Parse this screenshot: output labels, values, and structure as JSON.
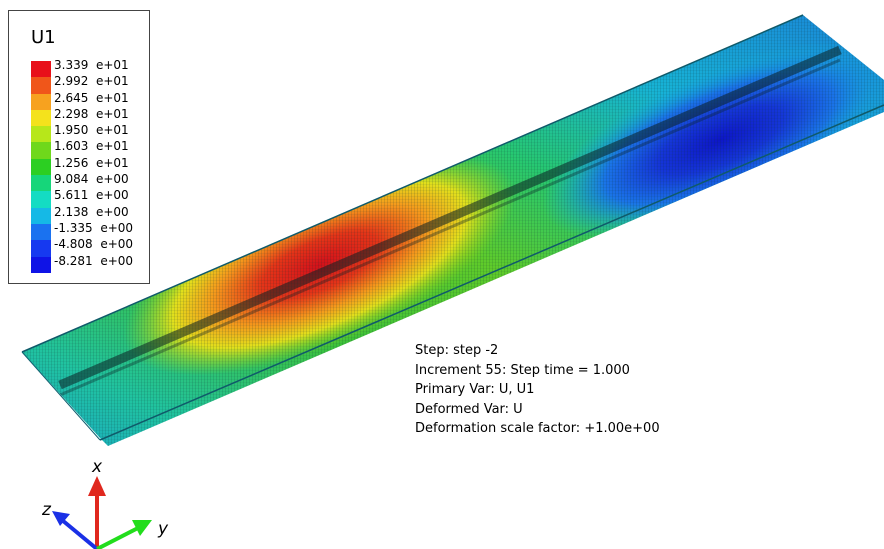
{
  "legend": {
    "title": "U1",
    "entries": [
      {
        "label": "3.339  e+01",
        "color": "#e8101a"
      },
      {
        "label": "2.992  e+01",
        "color": "#f0561a"
      },
      {
        "label": "2.645  e+01",
        "color": "#f7a21f"
      },
      {
        "label": "2.298  e+01",
        "color": "#f4e21c"
      },
      {
        "label": "1.950  e+01",
        "color": "#b7e71a"
      },
      {
        "label": "1.603  e+01",
        "color": "#6fd81b"
      },
      {
        "label": "1.256  e+01",
        "color": "#2ccf22"
      },
      {
        "label": "9.084  e+00",
        "color": "#16d67a"
      },
      {
        "label": "5.611  e+00",
        "color": "#14dcc3"
      },
      {
        "label": "2.138  e+00",
        "color": "#15b9e6"
      },
      {
        "label": "-1.335  e+00",
        "color": "#1a72f0"
      },
      {
        "label": "-4.808  e+00",
        "color": "#1639f0"
      },
      {
        "label": "-8.281  e+00",
        "color": "#0f13e6"
      }
    ]
  },
  "info": {
    "step": "Step: step -2",
    "increment": "Increment 55: Step time = 1.000",
    "primary_var": "Primary Var: U, U1",
    "deformed_var": "Deformed Var: U",
    "scale_factor": "Deformation scale factor: +1.00e+00"
  },
  "triad": {
    "x_label": "x",
    "y_label": "y",
    "z_label": "z",
    "x_color": "#e0281e",
    "y_color": "#22dd1c",
    "z_color": "#1a30e6"
  }
}
